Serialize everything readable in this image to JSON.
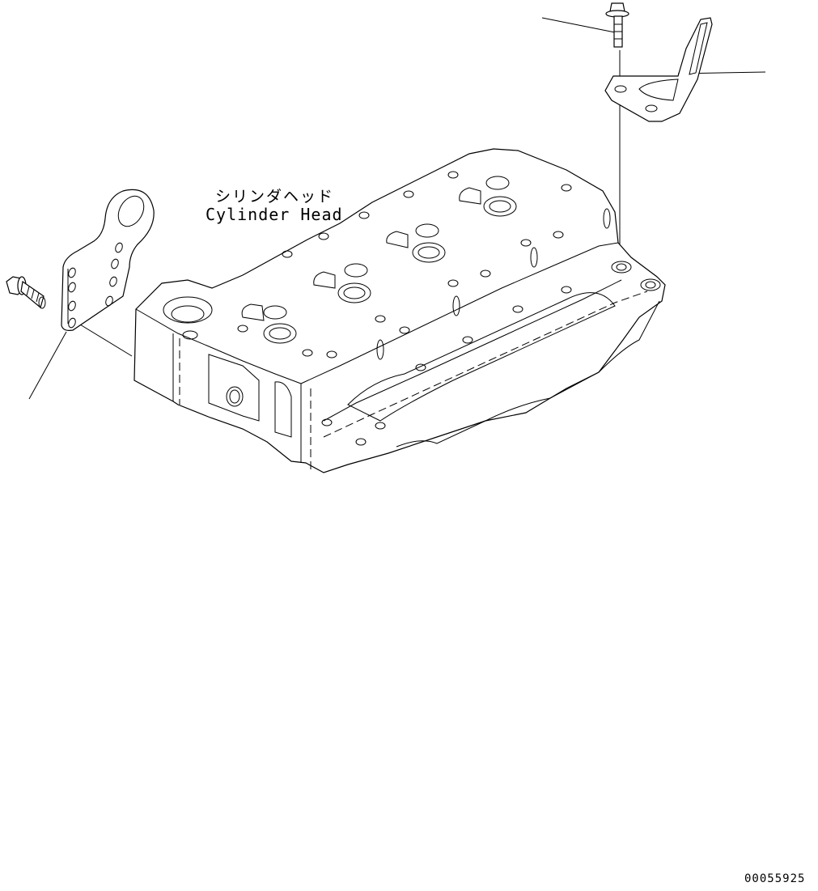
{
  "diagram": {
    "type": "exploded parts illustration",
    "main_component": {
      "label_jp": "シリンダヘッド",
      "label_en": "Cylinder Head"
    },
    "parts": [
      {
        "id": "front-lifting-bracket",
        "description": "engine lifting hook bracket (left/front)"
      },
      {
        "id": "front-bracket-bolt",
        "description": "flange bolt for front bracket"
      },
      {
        "id": "rear-lifting-bracket",
        "description": "engine lifting hook bracket (right/rear)"
      },
      {
        "id": "rear-bracket-bolt",
        "description": "flange bolt for rear bracket"
      }
    ],
    "leader_lines": 3,
    "figure_number": "00055925"
  }
}
